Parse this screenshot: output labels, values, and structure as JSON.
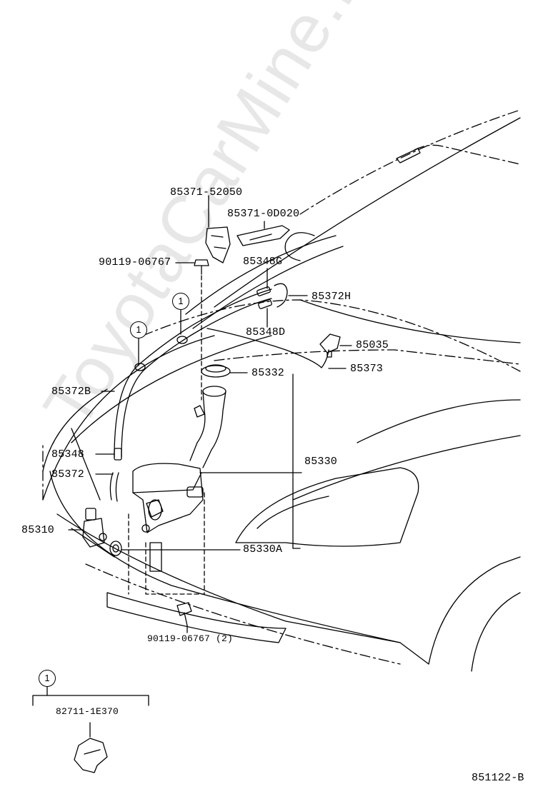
{
  "labels": {
    "p_85371_52050": "85371-52050",
    "p_85371_0D020": "85371-0D020",
    "p_90119_06767_top": "90119-06767",
    "p_85348G": "85348G",
    "p_85372H": "85372H",
    "p_85348D": "85348D",
    "p_85035": "85035",
    "p_85373": "85373",
    "p_85332": "85332",
    "p_85372B": "85372B",
    "p_85348": "85348",
    "p_85372": "85372",
    "p_85330": "85330",
    "p_85310": "85310",
    "p_85330A": "85330A",
    "p_90119_06767_bottom": "90119-06767 (2)",
    "p_82711_1E370": "82711-1E370",
    "figure_code": "851122-B"
  },
  "ref_markers": {
    "marker_1": "1",
    "marker_2": "1",
    "legend_marker": "1"
  },
  "watermark": "ToyotaCarMine.ru",
  "colors": {
    "line": "#000000",
    "background": "#ffffff"
  }
}
